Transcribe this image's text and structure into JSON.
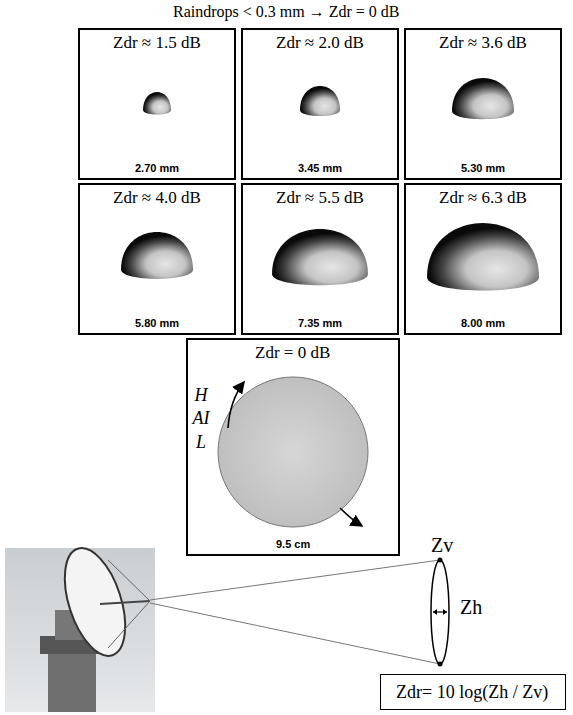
{
  "diagram": {
    "title": "Raindrops < 0.3 mm → Zdr = 0 dB",
    "nodes": [
      {
        "text": [
          "Zdr ≈ 1.5 dB",
          "2.70 mm"
        ]
      },
      {
        "text": [
          "Zdr ≈ 2.0 dB",
          "3.45 mm"
        ]
      },
      {
        "text": [
          "Zdr ≈ 3.6 dB",
          "5.30 mm"
        ]
      },
      {
        "text": [
          "Zdr ≈ 4.0 dB",
          "5.80 mm"
        ]
      },
      {
        "text": [
          "Zdr ≈ 5.5 dB",
          "7.35 mm"
        ]
      },
      {
        "text": [
          "Zdr ≈ 6.3 dB",
          "8.00 mm"
        ]
      },
      {
        "text": [
          "Zdr = 0 dB",
          "HAIL",
          "9.5 cm"
        ]
      },
      {
        "text": [
          "Zdr= 10 log(Zh / Zv)"
        ]
      }
    ],
    "labels": [
      "Zv",
      "Zh"
    ]
  }
}
